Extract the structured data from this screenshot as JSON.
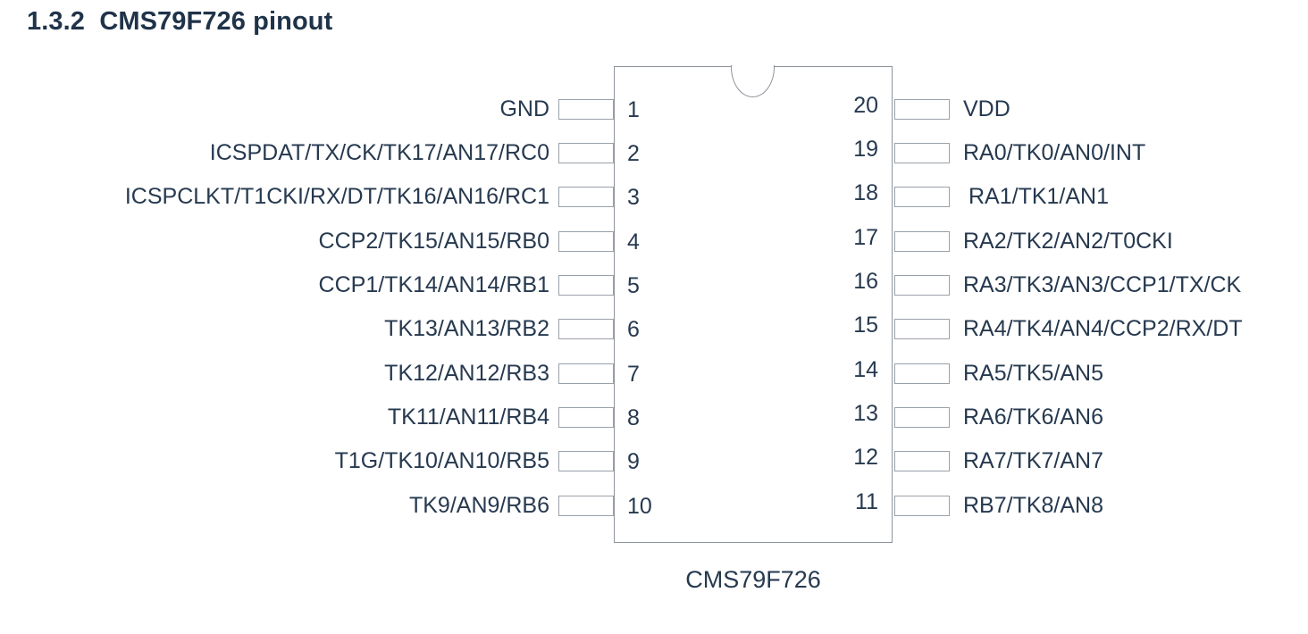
{
  "heading": {
    "number": "1.3.2",
    "title": "CMS79F726 pinout",
    "full": "1.3.2  CMS79F726 pinout"
  },
  "diagram": {
    "part_number": "CMS79F726",
    "package_pin_count": 20,
    "notch_icon": "package-notch-icon",
    "colors": {
      "heading": "#1f3349",
      "text": "#26394f",
      "outline": "#8d949c",
      "pin_outline": "#9aa1a9",
      "background": "#ffffff"
    },
    "left_pins": [
      {
        "number": "1",
        "label": "GND"
      },
      {
        "number": "2",
        "label": "ICSPDAT/TX/CK/TK17/AN17/RC0"
      },
      {
        "number": "3",
        "label": "ICSPCLKT/T1CKI/RX/DT/TK16/AN16/RC1"
      },
      {
        "number": "4",
        "label": "CCP2/TK15/AN15/RB0"
      },
      {
        "number": "5",
        "label": "CCP1/TK14/AN14/RB1"
      },
      {
        "number": "6",
        "label": "TK13/AN13/RB2"
      },
      {
        "number": "7",
        "label": "TK12/AN12/RB3"
      },
      {
        "number": "8",
        "label": "TK11/AN11/RB4"
      },
      {
        "number": "9",
        "label": "T1G/TK10/AN10/RB5"
      },
      {
        "number": "10",
        "label": "TK9/AN9/RB6"
      }
    ],
    "right_pins": [
      {
        "number": "20",
        "label": "VDD"
      },
      {
        "number": "19",
        "label": "RA0/TK0/AN0/INT"
      },
      {
        "number": "18",
        "label": "RA1/TK1/AN1"
      },
      {
        "number": "17",
        "label": "RA2/TK2/AN2/T0CKI"
      },
      {
        "number": "16",
        "label": "RA3/TK3/AN3/CCP1/TX/CK"
      },
      {
        "number": "15",
        "label": "RA4/TK4/AN4/CCP2/RX/DT"
      },
      {
        "number": "14",
        "label": "RA5/TK5/AN5"
      },
      {
        "number": "13",
        "label": "RA6/TK6/AN6"
      },
      {
        "number": "12",
        "label": "RA7/TK7/AN7"
      },
      {
        "number": "11",
        "label": "RB7/TK8/AN8"
      }
    ]
  }
}
